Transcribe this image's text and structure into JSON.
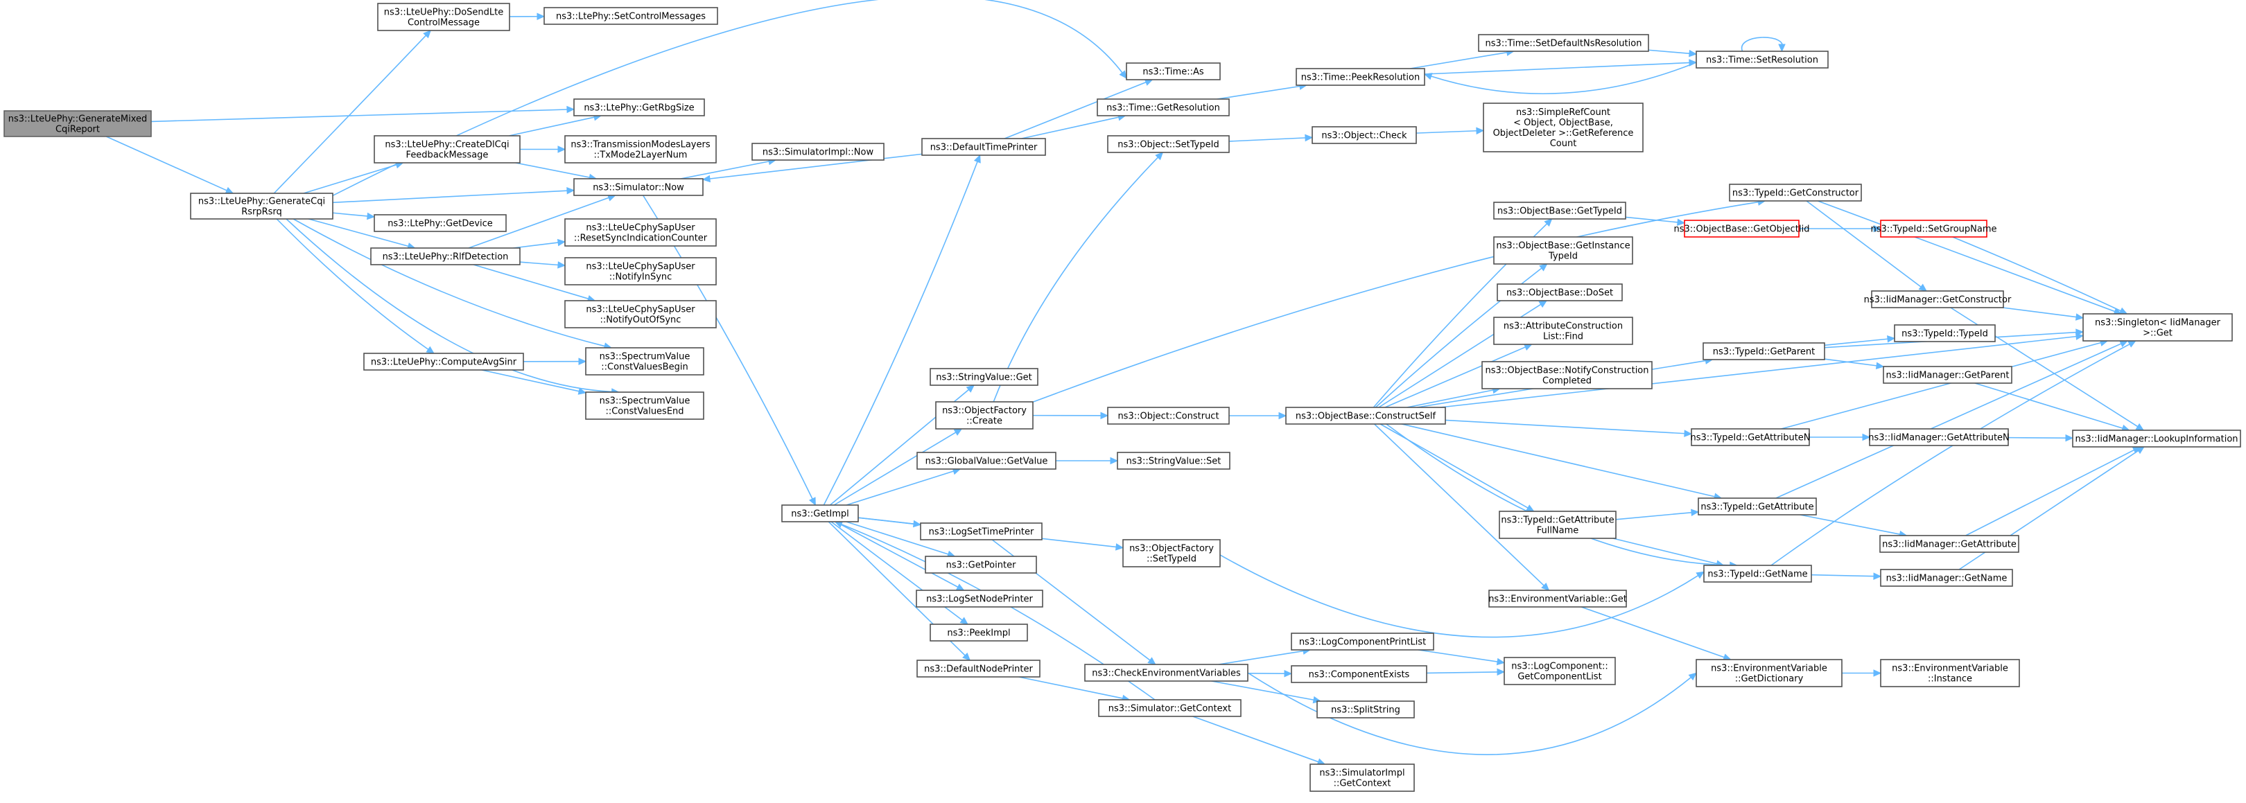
{
  "colors": {
    "edge": "#63b8ff",
    "root_fill": "#999999",
    "highlight_border": "#ff0000"
  },
  "nodes": [
    {
      "id": "n0",
      "lines": [
        "ns3::LteUePhy::GenerateMixed",
        "CqiReport"
      ],
      "root": true
    },
    {
      "id": "n1",
      "lines": [
        "ns3::LteUePhy::GenerateCqi",
        "RsrpRsrq"
      ]
    },
    {
      "id": "n2",
      "lines": [
        "ns3::LteUePhy::DoSendLte",
        "ControlMessage"
      ]
    },
    {
      "id": "n3",
      "lines": [
        "ns3::LtePhy::SetControlMessages"
      ]
    },
    {
      "id": "n4",
      "lines": [
        "ns3::LtePhy::GetRbgSize"
      ]
    },
    {
      "id": "n5",
      "lines": [
        "ns3::LteUePhy::CreateDlCqi",
        "FeedbackMessage"
      ]
    },
    {
      "id": "n6",
      "lines": [
        "ns3::TransmissionModesLayers",
        "::TxMode2LayerNum"
      ]
    },
    {
      "id": "n7",
      "lines": [
        "ns3::Simulator::Now"
      ]
    },
    {
      "id": "n8",
      "lines": [
        "ns3::LtePhy::GetDevice"
      ]
    },
    {
      "id": "n9",
      "lines": [
        "ns3::LteUePhy::RlfDetection"
      ]
    },
    {
      "id": "n10",
      "lines": [
        "ns3::LteUeCphySapUser",
        "::ResetSyncIndicationCounter"
      ]
    },
    {
      "id": "n11",
      "lines": [
        "ns3::LteUeCphySapUser",
        "::NotifyInSync"
      ]
    },
    {
      "id": "n12",
      "lines": [
        "ns3::LteUeCphySapUser",
        "::NotifyOutOfSync"
      ]
    },
    {
      "id": "n13",
      "lines": [
        "ns3::LteUePhy::ComputeAvgSinr"
      ]
    },
    {
      "id": "n14",
      "lines": [
        "ns3::SpectrumValue",
        "::ConstValuesBegin"
      ]
    },
    {
      "id": "n15",
      "lines": [
        "ns3::SpectrumValue",
        "::ConstValuesEnd"
      ]
    },
    {
      "id": "n16",
      "lines": [
        "ns3::SimulatorImpl::Now"
      ]
    },
    {
      "id": "n17",
      "lines": [
        "ns3::DefaultTimePrinter"
      ]
    },
    {
      "id": "n18",
      "lines": [
        "ns3::Time::As"
      ]
    },
    {
      "id": "n19",
      "lines": [
        "ns3::Time::GetResolution"
      ]
    },
    {
      "id": "n20",
      "lines": [
        "ns3::Time::PeekResolution"
      ]
    },
    {
      "id": "n21",
      "lines": [
        "ns3::Time::SetDefaultNsResolution"
      ]
    },
    {
      "id": "n22",
      "lines": [
        "ns3::Time::SetResolution"
      ]
    },
    {
      "id": "n23",
      "lines": [
        "ns3::Object::SetTypeId"
      ]
    },
    {
      "id": "n24",
      "lines": [
        "ns3::Object::Check"
      ]
    },
    {
      "id": "n25",
      "lines": [
        "ns3::SimpleRefCount",
        "< Object, ObjectBase,",
        "ObjectDeleter >::GetReference",
        "Count"
      ]
    },
    {
      "id": "n26",
      "lines": [
        "ns3::GetImpl"
      ]
    },
    {
      "id": "n27",
      "lines": [
        "ns3::StringValue::Get"
      ]
    },
    {
      "id": "n28",
      "lines": [
        "ns3::ObjectFactory",
        "::Create"
      ]
    },
    {
      "id": "n29",
      "lines": [
        "ns3::GlobalValue::GetValue"
      ]
    },
    {
      "id": "n30",
      "lines": [
        "ns3::StringValue::Set"
      ]
    },
    {
      "id": "n31",
      "lines": [
        "ns3::Object::Construct"
      ]
    },
    {
      "id": "n32",
      "lines": [
        "ns3::ObjectBase::ConstructSelf"
      ]
    },
    {
      "id": "n33",
      "lines": [
        "ns3::ObjectBase::GetTypeId"
      ]
    },
    {
      "id": "n34",
      "lines": [
        "ns3::ObjectBase::GetInstance",
        "TypeId"
      ]
    },
    {
      "id": "n35",
      "lines": [
        "ns3::ObjectBase::DoSet"
      ]
    },
    {
      "id": "n36",
      "lines": [
        "ns3::AttributeConstruction",
        "List::Find"
      ]
    },
    {
      "id": "n37",
      "lines": [
        "ns3::ObjectBase::NotifyConstruction",
        "Completed"
      ]
    },
    {
      "id": "n38",
      "lines": [
        "ns3::TypeId::GetAttribute",
        "FullName"
      ]
    },
    {
      "id": "n39",
      "lines": [
        "ns3::EnvironmentVariable::Get"
      ]
    },
    {
      "id": "n40",
      "lines": [
        "ns3::TypeId::GetConstructor"
      ]
    },
    {
      "id": "n41",
      "lines": [
        "ns3::ObjectBase::GetObjectIid"
      ],
      "red": true
    },
    {
      "id": "n42",
      "lines": [
        "ns3::TypeId::SetGroupName"
      ],
      "red": true
    },
    {
      "id": "n43",
      "lines": [
        "ns3::IidManager::GetConstructor"
      ]
    },
    {
      "id": "n44",
      "lines": [
        "ns3::TypeId::GetParent"
      ]
    },
    {
      "id": "n45",
      "lines": [
        "ns3::TypeId::TypeId"
      ]
    },
    {
      "id": "n46",
      "lines": [
        "ns3::IidManager::GetParent"
      ]
    },
    {
      "id": "n47",
      "lines": [
        "ns3::Singleton< IidManager",
        ">::Get"
      ]
    },
    {
      "id": "n48",
      "lines": [
        "ns3::TypeId::GetAttributeN"
      ]
    },
    {
      "id": "n49",
      "lines": [
        "ns3::IidManager::GetAttributeN"
      ]
    },
    {
      "id": "n50",
      "lines": [
        "ns3::IidManager::LookupInformation"
      ]
    },
    {
      "id": "n51",
      "lines": [
        "ns3::TypeId::GetAttribute"
      ]
    },
    {
      "id": "n52",
      "lines": [
        "ns3::IidManager::GetAttribute"
      ]
    },
    {
      "id": "n53",
      "lines": [
        "ns3::TypeId::GetName"
      ]
    },
    {
      "id": "n54",
      "lines": [
        "ns3::IidManager::GetName"
      ]
    },
    {
      "id": "n55",
      "lines": [
        "ns3::LogSetTimePrinter"
      ]
    },
    {
      "id": "n56",
      "lines": [
        "ns3::ObjectFactory",
        "::SetTypeId"
      ]
    },
    {
      "id": "n57",
      "lines": [
        "ns3::GetPointer"
      ]
    },
    {
      "id": "n58",
      "lines": [
        "ns3::LogSetNodePrinter"
      ]
    },
    {
      "id": "n59",
      "lines": [
        "ns3::PeekImpl"
      ]
    },
    {
      "id": "n60",
      "lines": [
        "ns3::DefaultNodePrinter"
      ]
    },
    {
      "id": "n61",
      "lines": [
        "ns3::CheckEnvironmentVariables"
      ]
    },
    {
      "id": "n62",
      "lines": [
        "ns3::LogComponentPrintList"
      ]
    },
    {
      "id": "n63",
      "lines": [
        "ns3::ComponentExists"
      ]
    },
    {
      "id": "n64",
      "lines": [
        "ns3::SplitString"
      ]
    },
    {
      "id": "n65",
      "lines": [
        "ns3::LogComponent::",
        "GetComponentList"
      ]
    },
    {
      "id": "n66",
      "lines": [
        "ns3::Simulator::GetContext"
      ]
    },
    {
      "id": "n67",
      "lines": [
        "ns3::SimulatorImpl",
        "::GetContext"
      ]
    },
    {
      "id": "n68",
      "lines": [
        "ns3::EnvironmentVariable",
        "::GetDictionary"
      ]
    },
    {
      "id": "n69",
      "lines": [
        "ns3::EnvironmentVariable",
        "::Instance"
      ]
    }
  ],
  "edges": [
    [
      "n0",
      "n4"
    ],
    [
      "n0",
      "n1"
    ],
    [
      "n1",
      "n2"
    ],
    [
      "n1",
      "n18"
    ],
    [
      "n1",
      "n5"
    ],
    [
      "n1",
      "n7"
    ],
    [
      "n1",
      "n8"
    ],
    [
      "n1",
      "n9"
    ],
    [
      "n1",
      "n13"
    ],
    [
      "n1",
      "n14"
    ],
    [
      "n1",
      "n15"
    ],
    [
      "n2",
      "n3"
    ],
    [
      "n5",
      "n4"
    ],
    [
      "n5",
      "n6"
    ],
    [
      "n5",
      "n7"
    ],
    [
      "n9",
      "n7"
    ],
    [
      "n9",
      "n10"
    ],
    [
      "n9",
      "n11"
    ],
    [
      "n9",
      "n12"
    ],
    [
      "n13",
      "n14"
    ],
    [
      "n13",
      "n15"
    ],
    [
      "n7",
      "n16"
    ],
    [
      "n7",
      "n26"
    ],
    [
      "n17",
      "n18"
    ],
    [
      "n17",
      "n19"
    ],
    [
      "n17",
      "n7"
    ],
    [
      "n19",
      "n20"
    ],
    [
      "n20",
      "n21"
    ],
    [
      "n20",
      "n22"
    ],
    [
      "n21",
      "n22"
    ],
    [
      "n22",
      "n22"
    ],
    [
      "n22",
      "n20"
    ],
    [
      "n23",
      "n24"
    ],
    [
      "n24",
      "n25"
    ],
    [
      "n26",
      "n17"
    ],
    [
      "n26",
      "n27"
    ],
    [
      "n26",
      "n28"
    ],
    [
      "n26",
      "n29"
    ],
    [
      "n26",
      "n55"
    ],
    [
      "n26",
      "n56"
    ],
    [
      "n26",
      "n57"
    ],
    [
      "n26",
      "n58"
    ],
    [
      "n26",
      "n59"
    ],
    [
      "n26",
      "n60"
    ],
    [
      "n28",
      "n23"
    ],
    [
      "n28",
      "n31"
    ],
    [
      "n28",
      "n40"
    ],
    [
      "n29",
      "n30"
    ],
    [
      "n31",
      "n32"
    ],
    [
      "n32",
      "n33"
    ],
    [
      "n32",
      "n34"
    ],
    [
      "n32",
      "n35"
    ],
    [
      "n32",
      "n36"
    ],
    [
      "n32",
      "n37"
    ],
    [
      "n32",
      "n38"
    ],
    [
      "n32",
      "n39"
    ],
    [
      "n32",
      "n44"
    ],
    [
      "n32",
      "n48"
    ],
    [
      "n32",
      "n51"
    ],
    [
      "n32",
      "n53"
    ],
    [
      "n32",
      "n47"
    ],
    [
      "n33",
      "n41"
    ],
    [
      "n41",
      "n42"
    ],
    [
      "n42",
      "n47"
    ],
    [
      "n40",
      "n43"
    ],
    [
      "n40",
      "n47"
    ],
    [
      "n43",
      "n47"
    ],
    [
      "n43",
      "n50"
    ],
    [
      "n44",
      "n45"
    ],
    [
      "n44",
      "n46"
    ],
    [
      "n44",
      "n47"
    ],
    [
      "n46",
      "n50"
    ],
    [
      "n48",
      "n49"
    ],
    [
      "n48",
      "n47"
    ],
    [
      "n49",
      "n50"
    ],
    [
      "n38",
      "n51"
    ],
    [
      "n38",
      "n53"
    ],
    [
      "n51",
      "n52"
    ],
    [
      "n51",
      "n47"
    ],
    [
      "n52",
      "n50"
    ],
    [
      "n53",
      "n54"
    ],
    [
      "n53",
      "n47"
    ],
    [
      "n54",
      "n50"
    ],
    [
      "n56",
      "n53"
    ],
    [
      "n39",
      "n68"
    ],
    [
      "n68",
      "n69"
    ],
    [
      "n55",
      "n61"
    ],
    [
      "n60",
      "n66"
    ],
    [
      "n66",
      "n26"
    ],
    [
      "n66",
      "n67"
    ],
    [
      "n61",
      "n62"
    ],
    [
      "n61",
      "n63"
    ],
    [
      "n61",
      "n64"
    ],
    [
      "n61",
      "n68"
    ],
    [
      "n62",
      "n65"
    ],
    [
      "n63",
      "n65"
    ]
  ]
}
